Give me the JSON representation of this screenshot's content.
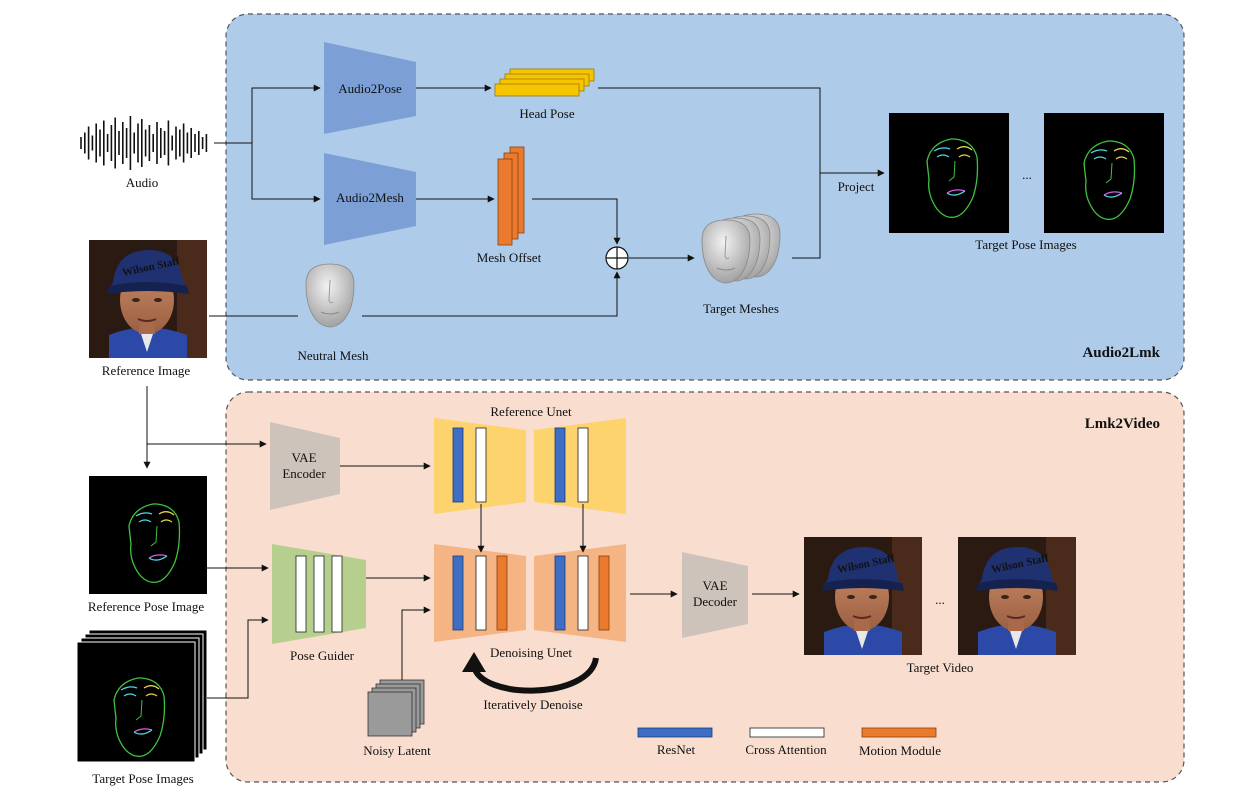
{
  "sections": {
    "top": {
      "title": "Audio2Lmk",
      "bg": "#aecbea",
      "border": "#555555"
    },
    "bottom": {
      "title": "Lmk2Video",
      "bg": "#f9ded0",
      "border": "#555555"
    }
  },
  "labels": {
    "audio": "Audio",
    "reference_image": "Reference Image",
    "audio2pose": "Audio2Pose",
    "audio2mesh": "Audio2Mesh",
    "head_pose": "Head Pose",
    "mesh_offset": "Mesh Offset",
    "neutral_mesh": "Neutral Mesh",
    "target_meshes": "Target Meshes",
    "project": "Project",
    "target_pose_images_top": "Target Pose Images",
    "ellipsis_top": "...",
    "reference_unet": "Reference Unet",
    "vae_encoder_1": "VAE",
    "vae_encoder_2": "Encoder",
    "reference_pose_image": "Reference Pose Image",
    "target_pose_images_bottom": "Target Pose Images",
    "pose_guider": "Pose Guider",
    "denoising_unet": "Denoising Unet",
    "iteratively_denoise": "Iteratively Denoise",
    "noisy_latent": "Noisy Latent",
    "vae_decoder_1": "VAE",
    "vae_decoder_2": "Decoder",
    "target_video": "Target Video",
    "ellipsis_bottom": "..."
  },
  "legend": [
    {
      "label": "ResNet",
      "color": "#3f6fc4"
    },
    {
      "label": "Cross Attention",
      "color": "#ffffff"
    },
    {
      "label": "Motion Module",
      "color": "#ea7a2e"
    }
  ],
  "colors": {
    "audio_block": "#7c9fd6",
    "pose_guider": "#b6cf8f",
    "vae": "#cec3bb",
    "reference_unet": "#fcd36c",
    "denoising_unet": "#f5b483",
    "head_pose": "#f7c500",
    "mesh_offset": "#ea7a2e",
    "landmark_green": "#3fc23f",
    "landmark_cyan": "#4fd8e8",
    "landmark_yellow": "#e8d34a",
    "landmark_magenta": "#d75ce0"
  }
}
